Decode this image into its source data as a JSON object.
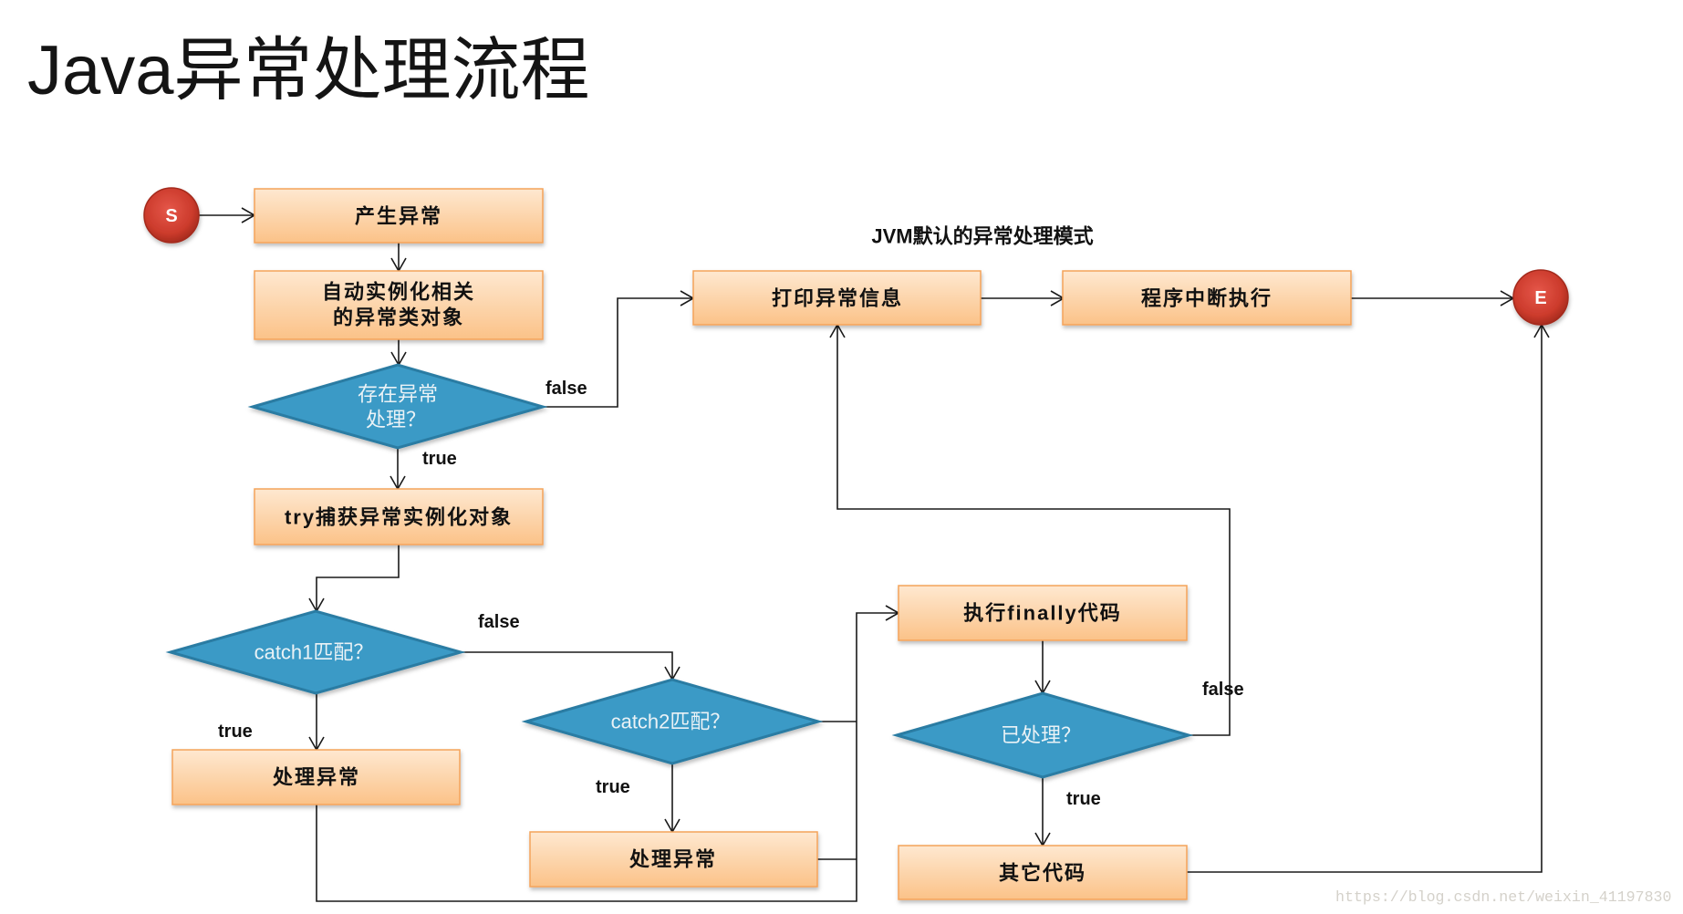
{
  "title": "Java异常处理流程",
  "annotation": "JVM默认的异常处理模式",
  "watermark": "https://blog.csdn.net/weixin_41197830",
  "terminals": {
    "start": "S",
    "end": "E"
  },
  "process_nodes": {
    "raise": "产生异常",
    "instantiate": [
      "自动实例化相关",
      "的异常类对象"
    ],
    "try_catch": "try捕获异常实例化对象",
    "handle1": "处理异常",
    "handle2": "处理异常",
    "finally": "执行finally代码",
    "other_code": "其它代码",
    "print_info": "打印异常信息",
    "terminate": "程序中断执行"
  },
  "decision_nodes": {
    "has_handler": [
      "存在异常",
      "处理？"
    ],
    "catch1": "catch1匹配？",
    "catch2": "catch2匹配？",
    "handled": "已处理？"
  },
  "edges": [
    {
      "from": "start",
      "to": "raise",
      "label": ""
    },
    {
      "from": "raise",
      "to": "instantiate",
      "label": ""
    },
    {
      "from": "instantiate",
      "to": "has_handler",
      "label": ""
    },
    {
      "from": "has_handler",
      "to": "print_info",
      "label": "false"
    },
    {
      "from": "has_handler",
      "to": "try_catch",
      "label": "true"
    },
    {
      "from": "try_catch",
      "to": "catch1",
      "label": ""
    },
    {
      "from": "catch1",
      "to": "catch2",
      "label": "false"
    },
    {
      "from": "catch1",
      "to": "handle1",
      "label": "true"
    },
    {
      "from": "handle1",
      "to": "finally",
      "label": ""
    },
    {
      "from": "catch2",
      "to": "finally",
      "label": ""
    },
    {
      "from": "catch2",
      "to": "handle2",
      "label": "true"
    },
    {
      "from": "handle2",
      "to": "finally",
      "label": ""
    },
    {
      "from": "finally",
      "to": "handled",
      "label": ""
    },
    {
      "from": "handled",
      "to": "print_info",
      "label": "false"
    },
    {
      "from": "handled",
      "to": "other_code",
      "label": "true"
    },
    {
      "from": "other_code",
      "to": "end",
      "label": ""
    },
    {
      "from": "print_info",
      "to": "terminate",
      "label": ""
    },
    {
      "from": "terminate",
      "to": "end",
      "label": ""
    }
  ],
  "colors": {
    "process_fill_top": "#FEE8D0",
    "process_fill_bottom": "#FBC288",
    "process_border": "#F4A35A",
    "decision_fill": "#3A9AC6",
    "decision_border": "#2B7CA3",
    "decision_text": "#EAF2F6",
    "terminal_highlight": "#E5574A",
    "terminal_fill": "#CC3B2C",
    "terminal_edge": "#A42A1D",
    "connector": "#1A1A1A",
    "text_dark": "#111111",
    "watermark": "#D4D1CA",
    "page_bg": "#FFFFFF"
  }
}
